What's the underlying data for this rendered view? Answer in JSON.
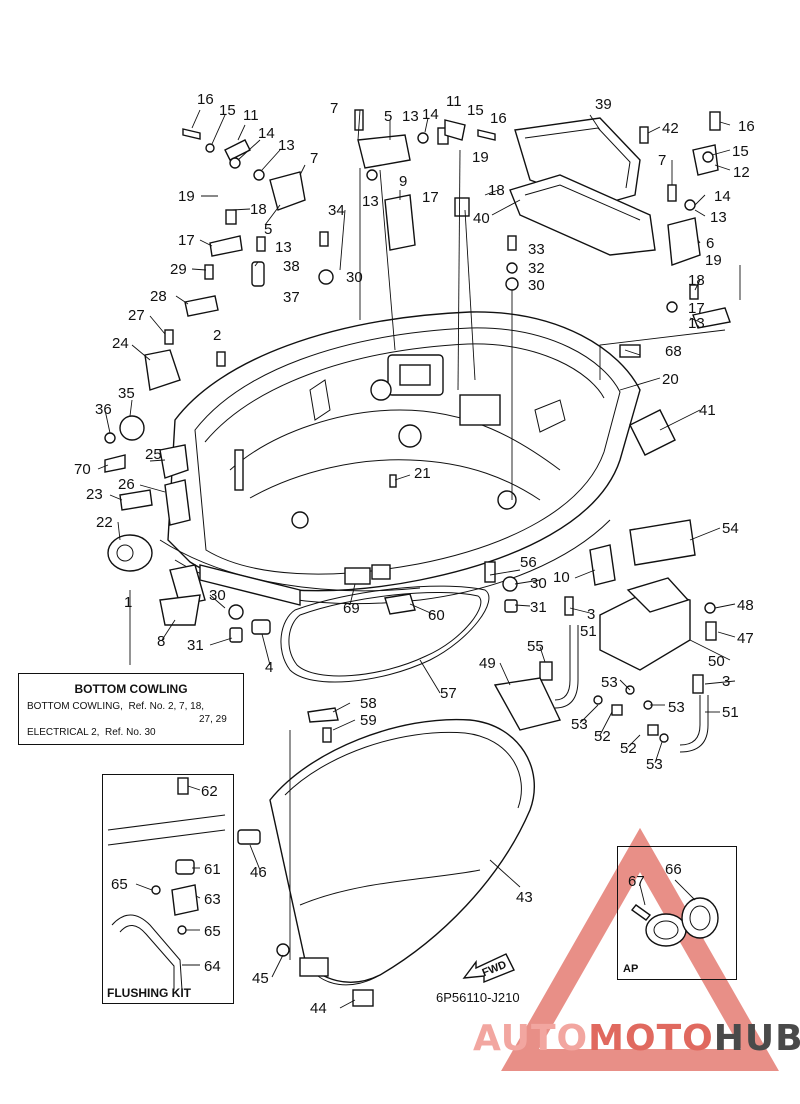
{
  "labels": {
    "1": "1",
    "2": "2",
    "3": "3",
    "4": "4",
    "5": "5",
    "6": "6",
    "7": "7",
    "8": "8",
    "9": "9",
    "10": "10",
    "11": "11",
    "12": "12",
    "13": "13",
    "14": "14",
    "15": "15",
    "16": "16",
    "17": "17",
    "18": "18",
    "19": "19",
    "20": "20",
    "21": "21",
    "22": "22",
    "23": "23",
    "24": "24",
    "25": "25",
    "26": "26",
    "27": "27",
    "28": "28",
    "29": "29",
    "30": "30",
    "31": "31",
    "32": "32",
    "33": "33",
    "34": "34",
    "35": "35",
    "36": "36",
    "37": "37",
    "38": "38",
    "39": "39",
    "40": "40",
    "41": "41",
    "42": "42",
    "43": "43",
    "44": "44",
    "45": "45",
    "46": "46",
    "47": "47",
    "48": "48",
    "49": "49",
    "50": "50",
    "51": "51",
    "52": "52",
    "53": "53",
    "54": "54",
    "55": "55",
    "56": "56",
    "57": "57",
    "58": "58",
    "59": "59",
    "60": "60",
    "61": "61",
    "62": "62",
    "63": "63",
    "64": "64",
    "65": "65",
    "66": "66",
    "67": "67",
    "68": "68",
    "69": "69",
    "70": "70"
  },
  "bottom_cowling_box": {
    "title": "BOTTOM COWLING",
    "line1": "BOTTOM COWLING,  Ref. No. 2, 7, 18,",
    "line2": "27, 29",
    "line3": "ELECTRICAL 2,  Ref. No. 30"
  },
  "flushing_kit": {
    "title": "FLUSHING KIT"
  },
  "ap_inset": {
    "label": "AP"
  },
  "fwd_arrow": {
    "text": "FWD"
  },
  "reference_code": "6P56110-J210",
  "watermark": {
    "part1": "AUTO",
    "part2": "MOTO",
    "part3": "HUB",
    "triangle_color": "#e0695f"
  }
}
